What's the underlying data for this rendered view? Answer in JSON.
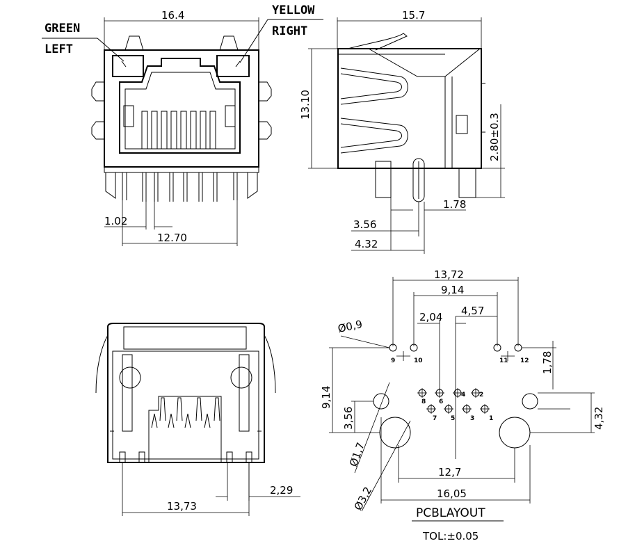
{
  "labels": {
    "green": "GREEN",
    "left": "LEFT",
    "yellow": "YELLOW",
    "right": "RIGHT"
  },
  "front_view": {
    "width": "16.4",
    "pin_pitch": "1.02",
    "pin_span": "12.70"
  },
  "side_view": {
    "length": "15.7",
    "height": "13.10",
    "post_height": "2.80±0.3",
    "d1": "1.78",
    "d2": "3.56",
    "d3": "4.32"
  },
  "bottom_view": {
    "width": "13,73",
    "offset": "2,29"
  },
  "pcb_layout": {
    "title": "PCBLAYOUT",
    "tolerance": "TOL:±0.05",
    "dims": {
      "overall": "13,72",
      "inner": "9,14",
      "half": "4,57",
      "pitch": "2,04",
      "hole_dia": "Ø0,9",
      "led_v": "1,78",
      "height": "9,14",
      "row": "3,56",
      "right_h": "4,32",
      "small_post": "Ø1,7",
      "big_post": "Ø3,2",
      "post_span": "12,7",
      "outer_span": "16,05"
    },
    "pins": {
      "p9": "9",
      "p10": "10",
      "p11": "11",
      "p12": "12",
      "p8": "8",
      "p6": "6",
      "p4": "4",
      "p2": "2",
      "p7": "7",
      "p5": "5",
      "p3": "3",
      "p1": "1"
    }
  }
}
